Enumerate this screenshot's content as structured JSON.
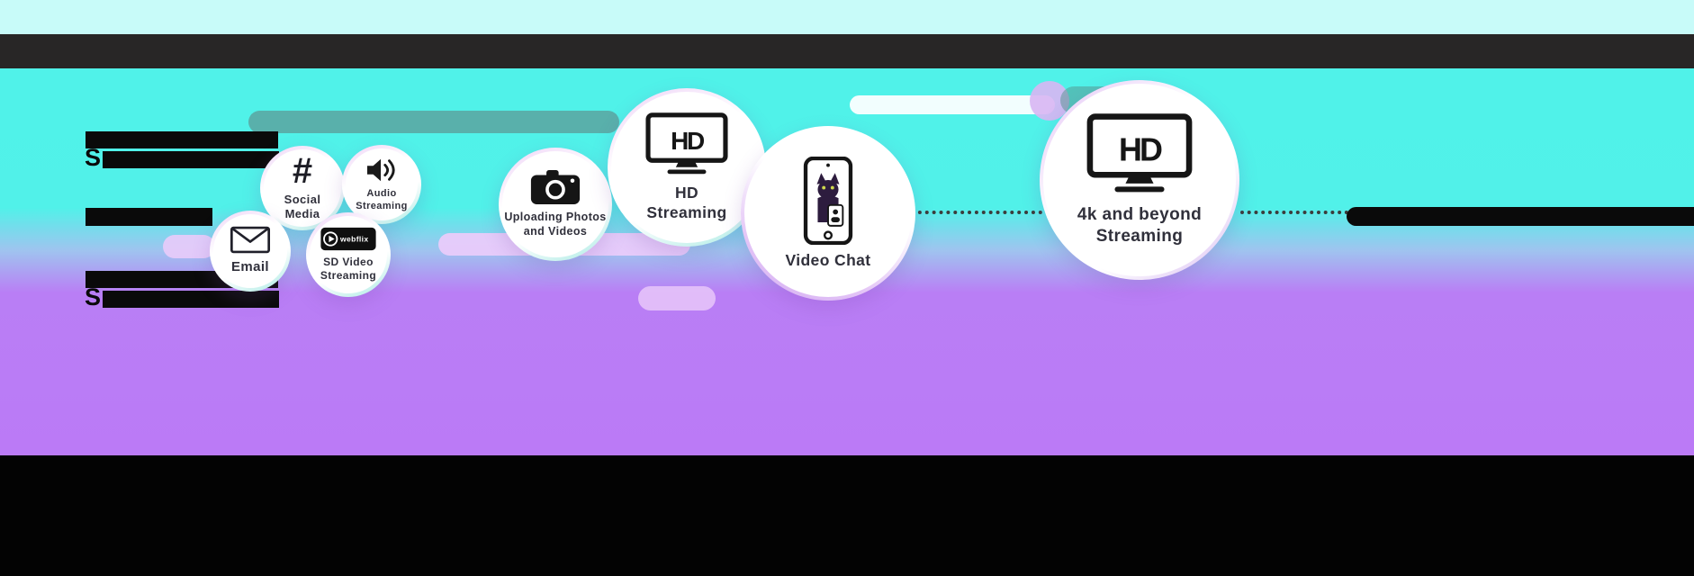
{
  "scene": {
    "colors": {
      "top_strip": "#c8fbf9",
      "header_bar": "#282626",
      "bg_cyan": "#50f2e9",
      "bg_purple": "#bb7af6",
      "footer": "#030303",
      "redacted_bar": "#0a0a0a",
      "label_text": "#30303b"
    }
  },
  "redacted": {
    "prefix_line2": "S",
    "prefix_line5": "S"
  },
  "bubbles": {
    "email": {
      "label": "Email"
    },
    "social_media": {
      "label": "Social Media",
      "glyph": "#"
    },
    "audio_streaming": {
      "label": "Audio Streaming"
    },
    "sd_video": {
      "label": "SD Video Streaming",
      "logo_text": "webflix"
    },
    "uploading": {
      "label": "Uploading Photos and Videos"
    },
    "hd_streaming": {
      "label": "HD Streaming",
      "tv_text": "HD"
    },
    "video_chat": {
      "label": "Video Chat"
    },
    "fourk_streaming": {
      "label": "4k and beyond Streaming",
      "tv_text": "HD"
    }
  }
}
